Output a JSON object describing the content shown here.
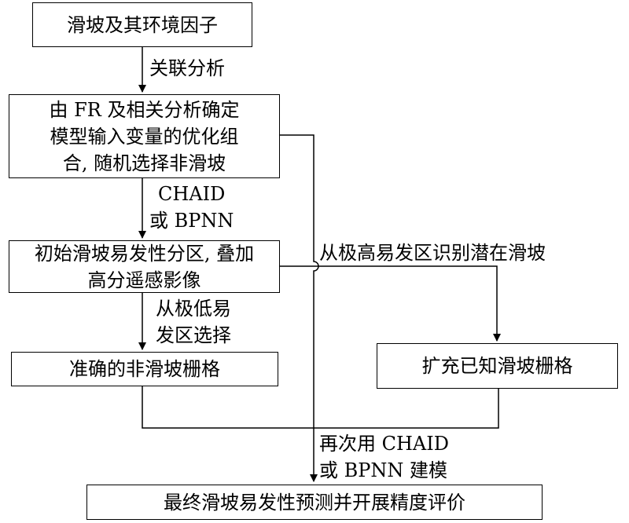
{
  "nodes": {
    "factors": "滑坡及其环境因子",
    "optimize": [
      "由 FR 及相关分析确定",
      "模型输入变量的优化组",
      "合, 随机选择非滑坡"
    ],
    "initial": [
      "初始滑坡易发性分区, 叠加",
      "高分遥感影像"
    ],
    "nonslide": "准确的非滑坡栅格",
    "expand": "扩充已知滑坡栅格",
    "final": "最终滑坡易发性预测并开展精度评价"
  },
  "edge_labels": {
    "correlation": "关联分析",
    "model_first": [
      "CHAID",
      "或 BPNN"
    ],
    "from_low": [
      "从极低易",
      "发区选择"
    ],
    "from_high": "从极高易发区识别潜在滑坡",
    "model_again": [
      "再次用 CHAID",
      "或 BPNN 建模"
    ]
  }
}
